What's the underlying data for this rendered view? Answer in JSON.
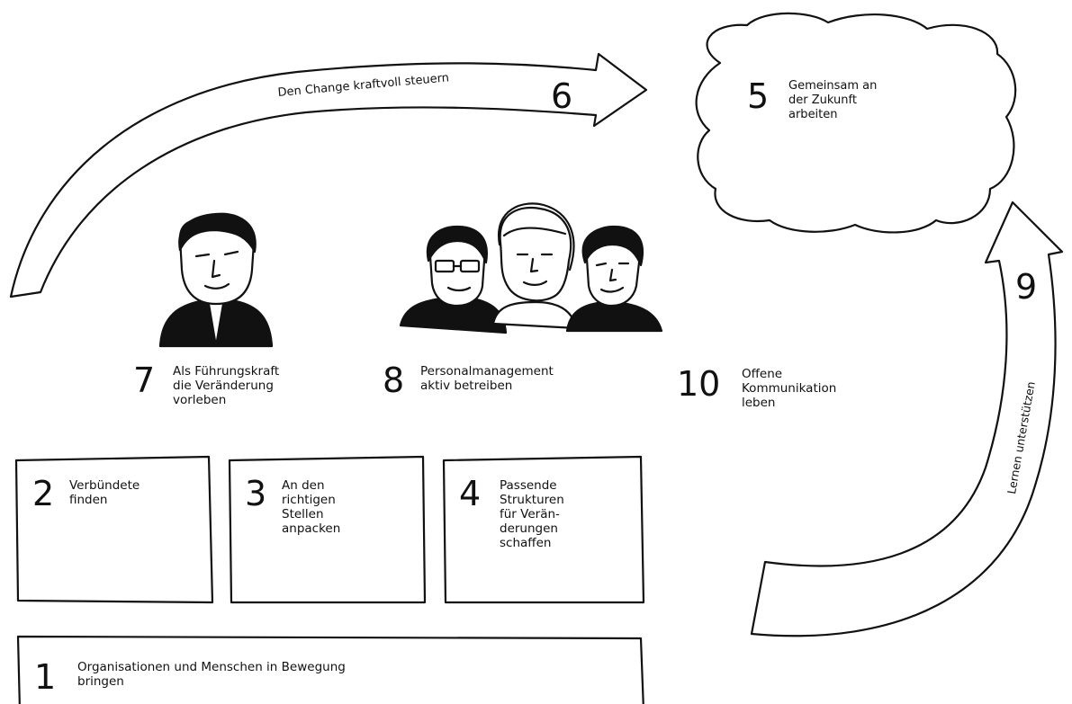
{
  "arrow_top": {
    "label": "Den Change kraftvoll steuern",
    "number": "6"
  },
  "cloud": {
    "number": "5",
    "text": "Gemeinsam an\nder Zukunft\narbeiten"
  },
  "arrow_right": {
    "label": "Lernen unterstützen",
    "number": "9"
  },
  "items": {
    "seven": {
      "number": "7",
      "text": "Als Führungskraft\ndie Veränderung\nvorleben"
    },
    "eight": {
      "number": "8",
      "text": "Personalmanagement\naktiv betreiben"
    },
    "ten": {
      "number": "10",
      "text": "Offene\nKommunikation\nleben"
    }
  },
  "boxes": {
    "two": {
      "number": "2",
      "text": "Verbündete\nfinden"
    },
    "three": {
      "number": "3",
      "text": "An den\nrichtigen\nStellen\nanpacken"
    },
    "four": {
      "number": "4",
      "text": "Passende\nStrukturen\nfür Verän-\nderungen\nschaffen"
    }
  },
  "base": {
    "number": "1",
    "text": "Organisationen und Menschen in Bewegung\nbringen"
  }
}
